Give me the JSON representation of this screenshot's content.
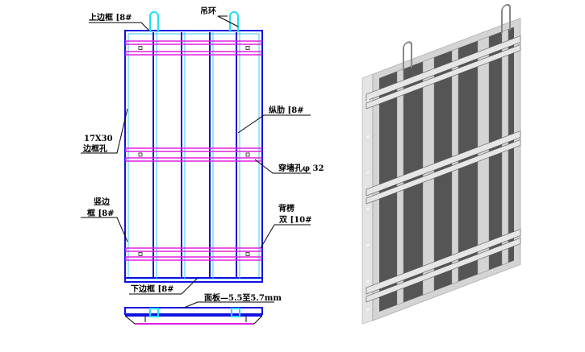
{
  "labels": {
    "top_frame": "上边框 [8#",
    "lifting_ring": "吊环",
    "edge_hole_size": "17X30",
    "edge_hole": "边框孔",
    "longitudinal_rib": "纵肋 [8#",
    "tie_hole": "穿墙孔φ 32",
    "side_frame_1": "竖边",
    "side_frame_2": "框 [8#",
    "back_waler_1": "背楞",
    "back_waler_2": "双 [10#",
    "bottom_frame": "下边框 [8#",
    "face_plate": "面板—5.5至5.7mm"
  },
  "colors": {
    "frame": "#1010e0",
    "frame_light": "#40c8f0",
    "waler": "#e020e0",
    "ring": "#20e0f0",
    "panel_dark": "#555555",
    "panel_light": "#d4d4d4"
  }
}
